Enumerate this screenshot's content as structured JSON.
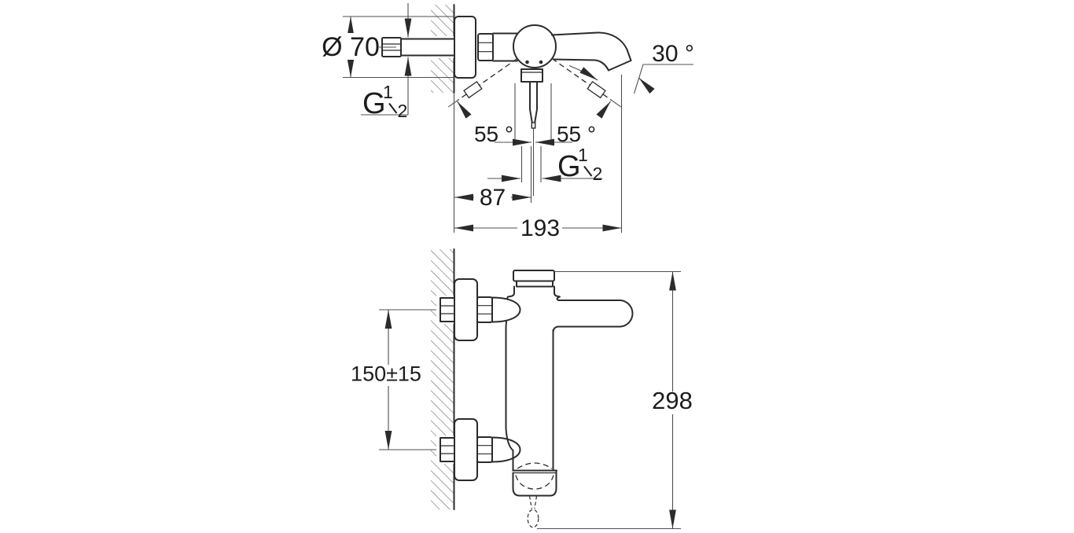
{
  "drawing": {
    "type": "technical-dimension-diagram",
    "subject": "wall-mounted single-lever bath mixer tap, two projection views with dimensions",
    "views": [
      "plan-view-with-spout-and-lever-swing",
      "front-elevation-on-wall"
    ]
  },
  "labels": {
    "flange_diameter": "Ø 70",
    "inlet_thread_g": "G",
    "inlet_thread_num": "1",
    "inlet_thread_den": "2",
    "spout_angle": "30 °",
    "swing_left": "55 °",
    "swing_right": "55 °",
    "outlet_thread_g": "G",
    "outlet_thread_num": "1",
    "outlet_thread_den": "2",
    "wall_to_outlet": "87",
    "wall_to_spout_tip": "193",
    "inlet_spacing": "150±15",
    "overall_height": "298"
  },
  "colors": {
    "line": "#2b2b2b",
    "thin_line": "#4f4f4f",
    "background": "#ffffff",
    "text": "#1c1c1c"
  }
}
